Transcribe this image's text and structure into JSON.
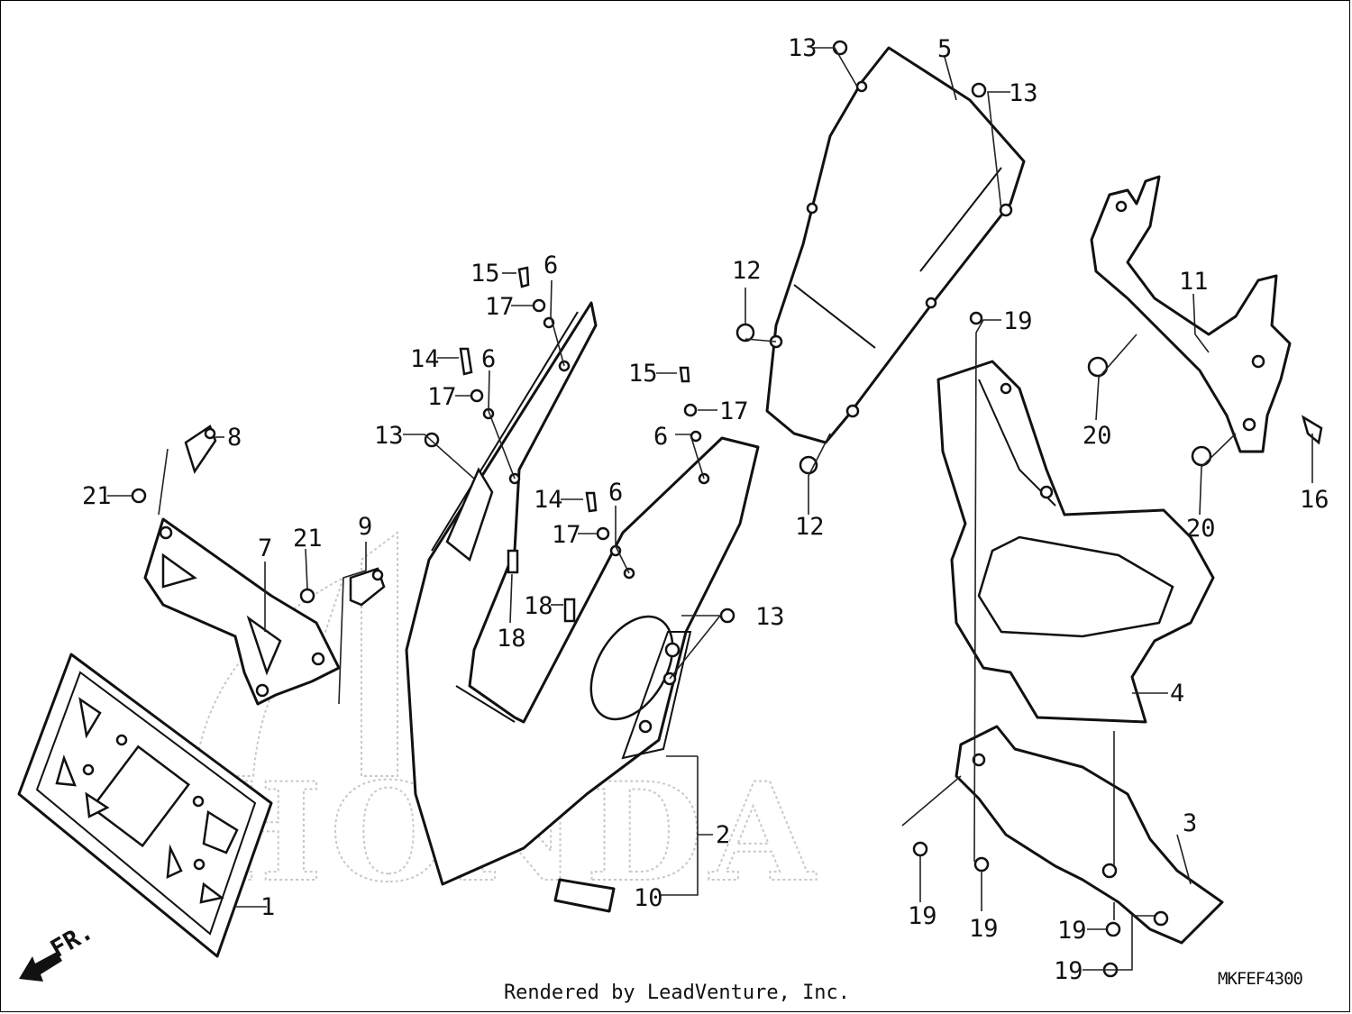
{
  "diagram": {
    "credit": "Rendered by LeadVenture, Inc.",
    "code": "MKFEF4300",
    "direction_label": "FR.",
    "watermark": "HONDA",
    "callouts": [
      {
        "id": "1",
        "text": "1"
      },
      {
        "id": "2",
        "text": "2"
      },
      {
        "id": "3",
        "text": "3"
      },
      {
        "id": "4",
        "text": "4"
      },
      {
        "id": "5",
        "text": "5"
      },
      {
        "id": "6a",
        "text": "6"
      },
      {
        "id": "6b",
        "text": "6"
      },
      {
        "id": "6c",
        "text": "6"
      },
      {
        "id": "6d",
        "text": "6"
      },
      {
        "id": "7",
        "text": "7"
      },
      {
        "id": "8",
        "text": "8"
      },
      {
        "id": "9",
        "text": "9"
      },
      {
        "id": "10",
        "text": "10"
      },
      {
        "id": "11",
        "text": "11"
      },
      {
        "id": "12a",
        "text": "12"
      },
      {
        "id": "12b",
        "text": "12"
      },
      {
        "id": "13a",
        "text": "13"
      },
      {
        "id": "13b",
        "text": "13"
      },
      {
        "id": "13c",
        "text": "13"
      },
      {
        "id": "13d",
        "text": "13"
      },
      {
        "id": "14a",
        "text": "14"
      },
      {
        "id": "14b",
        "text": "14"
      },
      {
        "id": "15a",
        "text": "15"
      },
      {
        "id": "15b",
        "text": "15"
      },
      {
        "id": "16",
        "text": "16"
      },
      {
        "id": "17a",
        "text": "17"
      },
      {
        "id": "17b",
        "text": "17"
      },
      {
        "id": "17c",
        "text": "17"
      },
      {
        "id": "17d",
        "text": "17"
      },
      {
        "id": "18a",
        "text": "18"
      },
      {
        "id": "18b",
        "text": "18"
      },
      {
        "id": "19a",
        "text": "19"
      },
      {
        "id": "19b",
        "text": "19"
      },
      {
        "id": "19c",
        "text": "19"
      },
      {
        "id": "19d",
        "text": "19"
      },
      {
        "id": "19e",
        "text": "19"
      },
      {
        "id": "20a",
        "text": "20"
      },
      {
        "id": "20b",
        "text": "20"
      },
      {
        "id": "21a",
        "text": "21"
      },
      {
        "id": "21b",
        "text": "21"
      }
    ]
  }
}
